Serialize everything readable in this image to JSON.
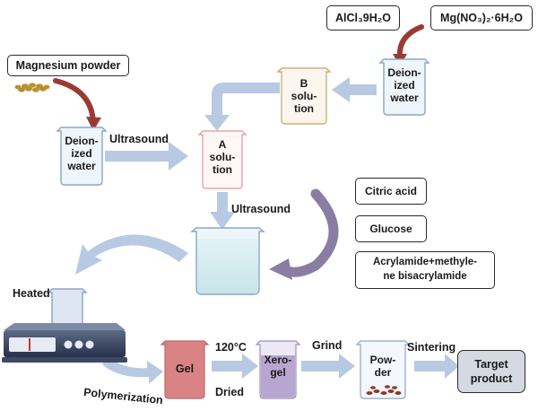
{
  "labels": {
    "magnesium_powder": "Magnesium powder",
    "alcl3": "AlCl₃9H₂O",
    "mgno3": "Mg(NO₃)₂·6H₂O",
    "ultrasound_1": "Ultrasound",
    "ultrasound_2": "Ultrasound",
    "citric_acid": "Citric acid",
    "glucose": "Glucose",
    "acrylamide_line1": "Acrylamide+methyle-",
    "acrylamide_line2": "ne bisacrylamide",
    "heated": "Heated",
    "polymerization": "Polymerization",
    "temp": "120°C",
    "dried": "Dried",
    "grind": "Grind",
    "sintering": "Sintering"
  },
  "beakers": {
    "deionized_left": [
      "Deion-",
      "ized",
      "water"
    ],
    "deionized_right": [
      "Deion-",
      "ized",
      "water"
    ],
    "b_solution": [
      "B",
      "solu-",
      "tion"
    ],
    "a_solution": [
      "A",
      "solu-",
      "tion"
    ],
    "gel": [
      "Gel"
    ],
    "xerogel": [
      "Xero-",
      "gel"
    ],
    "powder": [
      "Pow-",
      "der"
    ]
  },
  "target_product": [
    "Target",
    "product"
  ],
  "colors": {
    "arrow_blue": "#b8c9e3",
    "curve_red": "#9b3a33",
    "curve_purple": "#8a7da3",
    "gel_fill": "#d98384",
    "xerogel_fill": "#b7a6cf",
    "mix_fill": "#d4ecef",
    "box_fill_grey": "#d4d9e2"
  }
}
